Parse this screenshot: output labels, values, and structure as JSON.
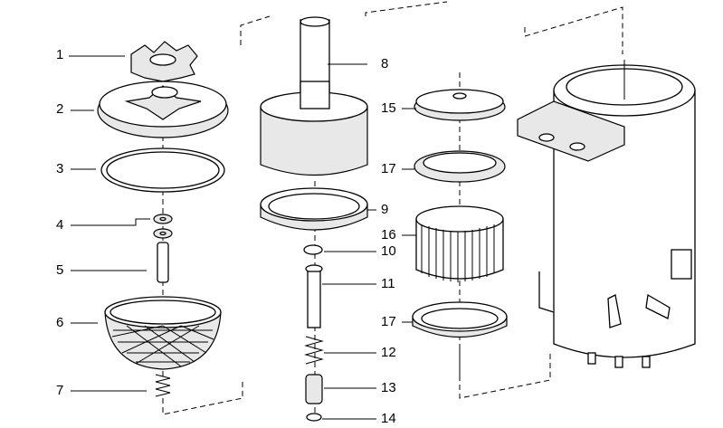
{
  "callouts": {
    "p1": "1",
    "p2": "2",
    "p3": "3",
    "p4": "4",
    "p5": "5",
    "p6": "6",
    "p7": "7",
    "p8": "8",
    "p9": "9",
    "p10": "10",
    "p11": "11",
    "p12": "12",
    "p13": "13",
    "p14": "14",
    "p15": "15",
    "p16": "16",
    "p17a": "17",
    "p17b": "17"
  }
}
